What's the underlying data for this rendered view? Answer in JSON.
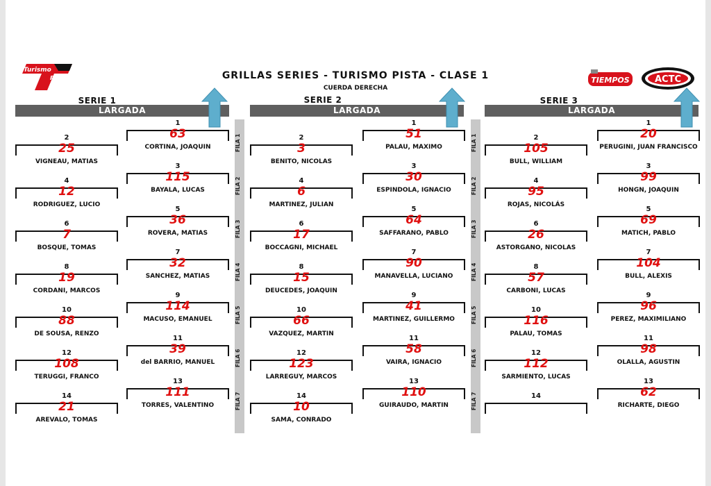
{
  "header": {
    "title": "GRILLAS SERIES - TURISMO PISTA - CLASE 1",
    "subtitle": "CUERDA DERECHA",
    "logo_left_line1": "Turismo",
    "logo_left_line2": "Pista",
    "logo_tiempos": "TIEMPOS",
    "logo_actc": "ACTC"
  },
  "largada_label": "LARGADA",
  "filas": [
    "FILA 1",
    "FILA 2",
    "FILA 3",
    "FILA 4",
    "FILA 5",
    "FILA 6",
    "FILA 7"
  ],
  "series": [
    {
      "name": "SERIE 1",
      "grid": [
        {
          "pos": "1",
          "num": "63",
          "driver": "CORTINA, JOAQUIN"
        },
        {
          "pos": "2",
          "num": "25",
          "driver": "VIGNEAU, MATIAS"
        },
        {
          "pos": "3",
          "num": "115",
          "driver": "BAYALA, LUCAS"
        },
        {
          "pos": "4",
          "num": "12",
          "driver": "RODRIGUEZ, LUCIO"
        },
        {
          "pos": "5",
          "num": "36",
          "driver": "ROVERA, MATIAS"
        },
        {
          "pos": "6",
          "num": "7",
          "driver": "BOSQUE, TOMAS"
        },
        {
          "pos": "7",
          "num": "32",
          "driver": "SANCHEZ, MATIAS"
        },
        {
          "pos": "8",
          "num": "19",
          "driver": "CORDANI, MARCOS"
        },
        {
          "pos": "9",
          "num": "114",
          "driver": "MACUSO, EMANUEL"
        },
        {
          "pos": "10",
          "num": "88",
          "driver": "DE SOUSA, RENZO"
        },
        {
          "pos": "11",
          "num": "39",
          "driver": "del  BARRIO, MANUEL"
        },
        {
          "pos": "12",
          "num": "108",
          "driver": "TERUGGI, FRANCO"
        },
        {
          "pos": "13",
          "num": "111",
          "driver": "TORRES, VALENTINO"
        },
        {
          "pos": "14",
          "num": "21",
          "driver": "AREVALO, TOMAS"
        }
      ]
    },
    {
      "name": "SERIE 2",
      "grid": [
        {
          "pos": "1",
          "num": "51",
          "driver": "PALAU, MAXIMO"
        },
        {
          "pos": "2",
          "num": "3",
          "driver": "BENITO, NICOLAS"
        },
        {
          "pos": "3",
          "num": "30",
          "driver": "ESPINDOLA, IGNACIO"
        },
        {
          "pos": "4",
          "num": "6",
          "driver": "MARTINEZ, JULIAN"
        },
        {
          "pos": "5",
          "num": "64",
          "driver": "SAFFARANO, PABLO"
        },
        {
          "pos": "6",
          "num": "17",
          "driver": "BOCCAGNI, MICHAEL"
        },
        {
          "pos": "7",
          "num": "90",
          "driver": "MANAVELLA, LUCIANO"
        },
        {
          "pos": "8",
          "num": "15",
          "driver": "DEUCEDES, JOAQUIN"
        },
        {
          "pos": "9",
          "num": "41",
          "driver": "MARTINEZ, GUILLERMO"
        },
        {
          "pos": "10",
          "num": "66",
          "driver": "VAZQUEZ, MARTIN"
        },
        {
          "pos": "11",
          "num": "58",
          "driver": "VAIRA, IGNACIO"
        },
        {
          "pos": "12",
          "num": "123",
          "driver": "LARREGUY, MARCOS"
        },
        {
          "pos": "13",
          "num": "110",
          "driver": "GUIRAUDO, MARTIN"
        },
        {
          "pos": "14",
          "num": "10",
          "driver": "SAMA, CONRADO"
        }
      ]
    },
    {
      "name": "SERIE 3",
      "grid": [
        {
          "pos": "1",
          "num": "20",
          "driver": "PERUGINI, JUAN FRANCISCO"
        },
        {
          "pos": "2",
          "num": "105",
          "driver": "BULL, WILLIAM"
        },
        {
          "pos": "3",
          "num": "99",
          "driver": "HONGN, JOAQUIN"
        },
        {
          "pos": "4",
          "num": "95",
          "driver": "ROJAS, NICOLÁS"
        },
        {
          "pos": "5",
          "num": "69",
          "driver": "MATICH, PABLO"
        },
        {
          "pos": "6",
          "num": "26",
          "driver": "ASTORGANO, NICOLAS"
        },
        {
          "pos": "7",
          "num": "104",
          "driver": "BULL, ALEXIS"
        },
        {
          "pos": "8",
          "num": "57",
          "driver": "CARBONI, LUCAS"
        },
        {
          "pos": "9",
          "num": "96",
          "driver": "PEREZ, MAXIMILIANO"
        },
        {
          "pos": "10",
          "num": "116",
          "driver": "PALAU, TOMAS"
        },
        {
          "pos": "11",
          "num": "98",
          "driver": "OLALLA, AGUSTIN"
        },
        {
          "pos": "12",
          "num": "112",
          "driver": "SARMIENTO, LUCAS"
        },
        {
          "pos": "13",
          "num": "62",
          "driver": "RICHARTE, DIEGO"
        },
        {
          "pos": "14",
          "num": "",
          "driver": ""
        }
      ]
    }
  ],
  "colors": {
    "car_number": "#e01010",
    "largada_bar": "#5f5f5f",
    "arrow": "#5eaecd",
    "logo_red": "#d8121c"
  },
  "icons": [
    "up-arrow-icon",
    "turismo-pista-logo",
    "tiempos-logo",
    "actc-logo"
  ]
}
